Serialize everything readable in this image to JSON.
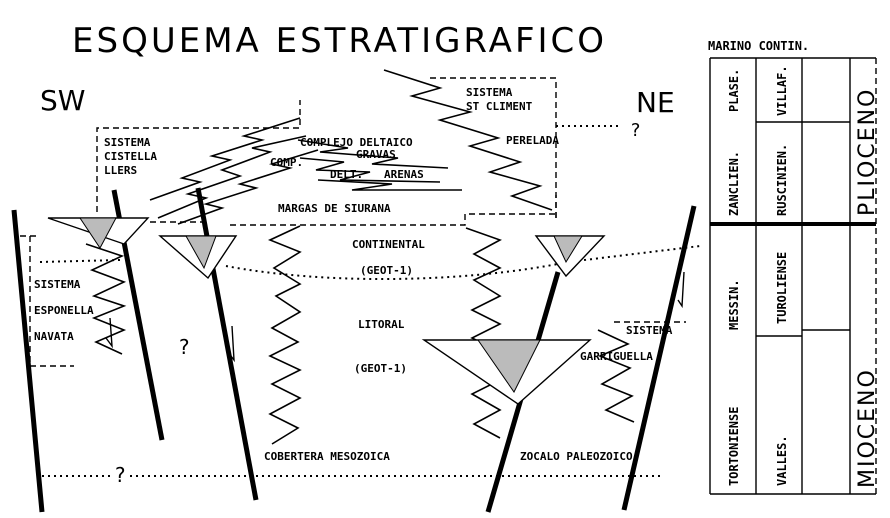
{
  "title": "ESQUEMA ESTRATIGRAFICO",
  "directions": {
    "left": "SW",
    "right": "NE"
  },
  "units": {
    "sistema_st_climent": [
      "SISTEMA",
      "ST CLIMENT"
    ],
    "perelada": "PERELADA",
    "question_top": "?",
    "sistema_cistella": [
      "SISTEMA",
      "CISTELLA",
      "LLERS"
    ],
    "complejo_deltaico": "COMPLEJO DELTAICO",
    "gravas": "GRAVAS",
    "comp_delt": "COMP.",
    "delt": "DELT.",
    "arenas": "ARENAS",
    "margas": "MARGAS DE SIURANA",
    "continental": "CONTINENTAL",
    "geot1_a": "(GEOT-1)",
    "sistema_esponella": [
      "SISTEMA",
      "ESPONELLA",
      "NAVATA"
    ],
    "question_mid": "?",
    "litoral": "LITORAL",
    "geot1_b": "(GEOT-1)",
    "sistema_garriguella": [
      "SISTEMA",
      "GARRIGUELLA"
    ],
    "question_low": "?",
    "cobertera": "COBERTERA MESOZOICA",
    "zocalo": "ZOCALO PALEOZOICO"
  },
  "chrono_table": {
    "header": "MARINO  CONTIN.",
    "marino_pliocene": [
      "PLASE.",
      "ZANCLIEN."
    ],
    "contin_pliocene": [
      "VILLAF.",
      "RUSCINIEN."
    ],
    "marino_miocene": [
      "MESSIN.",
      "TORTONIENSE"
    ],
    "contin_miocene": [
      "TUROLIENSE",
      "VALLES."
    ],
    "epochs": [
      "PLIOCENO",
      "MIOCENO"
    ]
  }
}
